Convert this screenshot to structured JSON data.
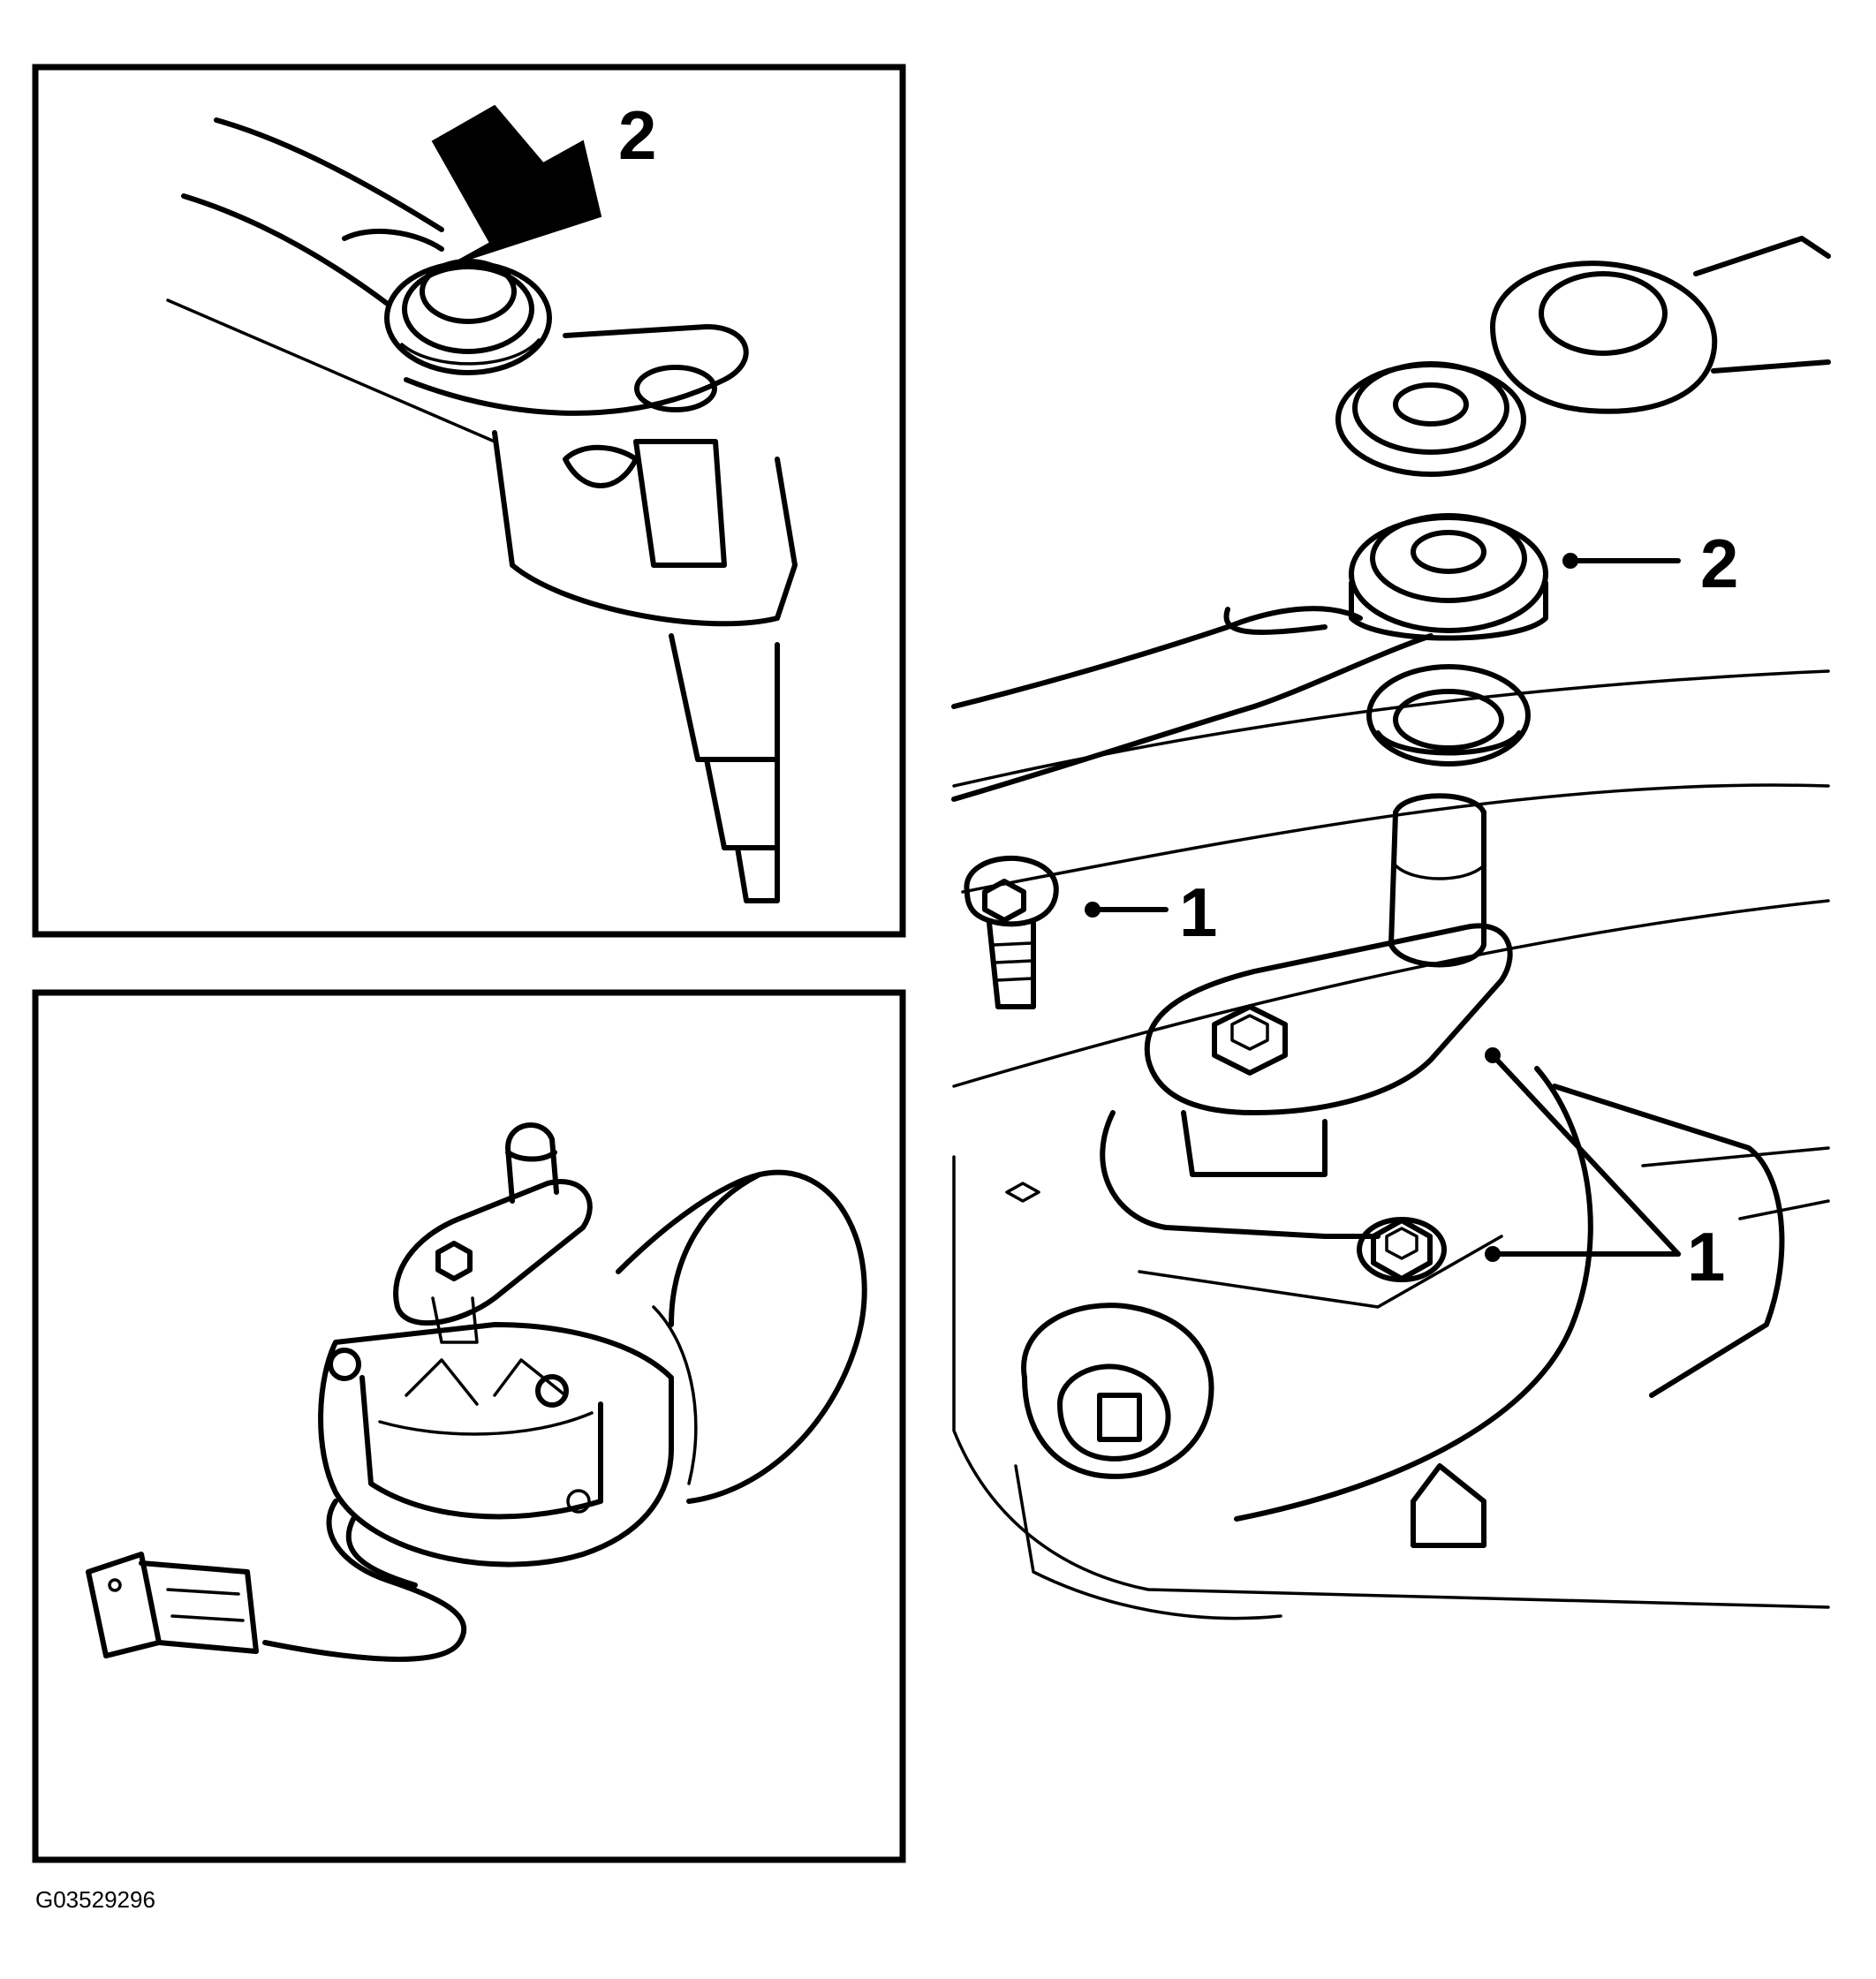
{
  "figure": {
    "id": "G03529296",
    "panels": {
      "top_left": {
        "callouts": [
          {
            "label": "2",
            "icon": "press-arrow-icon"
          }
        ]
      },
      "bottom_left": {
        "callouts": []
      },
      "right": {
        "callouts": [
          {
            "label": "2"
          },
          {
            "label": "1"
          },
          {
            "label": "1"
          }
        ]
      }
    }
  }
}
